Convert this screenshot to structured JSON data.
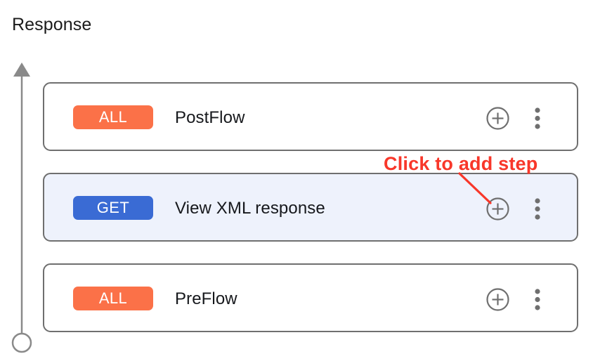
{
  "page": {
    "title": "Response",
    "background_color": "#ffffff"
  },
  "colors": {
    "badge_all": "#fb7148",
    "badge_get": "#3a6bd4",
    "selected_row_bg": "#eef2fc",
    "card_border": "#6f6f6f",
    "icon_grey": "#6f6f6f",
    "annotation_red": "#f8372a",
    "axis_grey": "#8a8a8a"
  },
  "flow_axis": {
    "name": "response-flow-direction-arrow",
    "arrowhead": "up",
    "endpoint": "circle"
  },
  "steps": [
    {
      "method": "ALL",
      "method_color": "#fb7148",
      "label": "PostFlow",
      "selected": false,
      "add_icon": "plus-circle-icon",
      "menu_icon": "kebab-menu-icon"
    },
    {
      "method": "GET",
      "method_color": "#3a6bd4",
      "label": "View XML response",
      "selected": true,
      "add_icon": "plus-circle-icon",
      "menu_icon": "kebab-menu-icon"
    },
    {
      "method": "ALL",
      "method_color": "#fb7148",
      "label": "PreFlow",
      "selected": false,
      "add_icon": "plus-circle-icon",
      "menu_icon": "kebab-menu-icon"
    }
  ],
  "annotation": {
    "text": "Click to add step",
    "color": "#f8372a",
    "points_to": "add-step-icon-row-1"
  }
}
